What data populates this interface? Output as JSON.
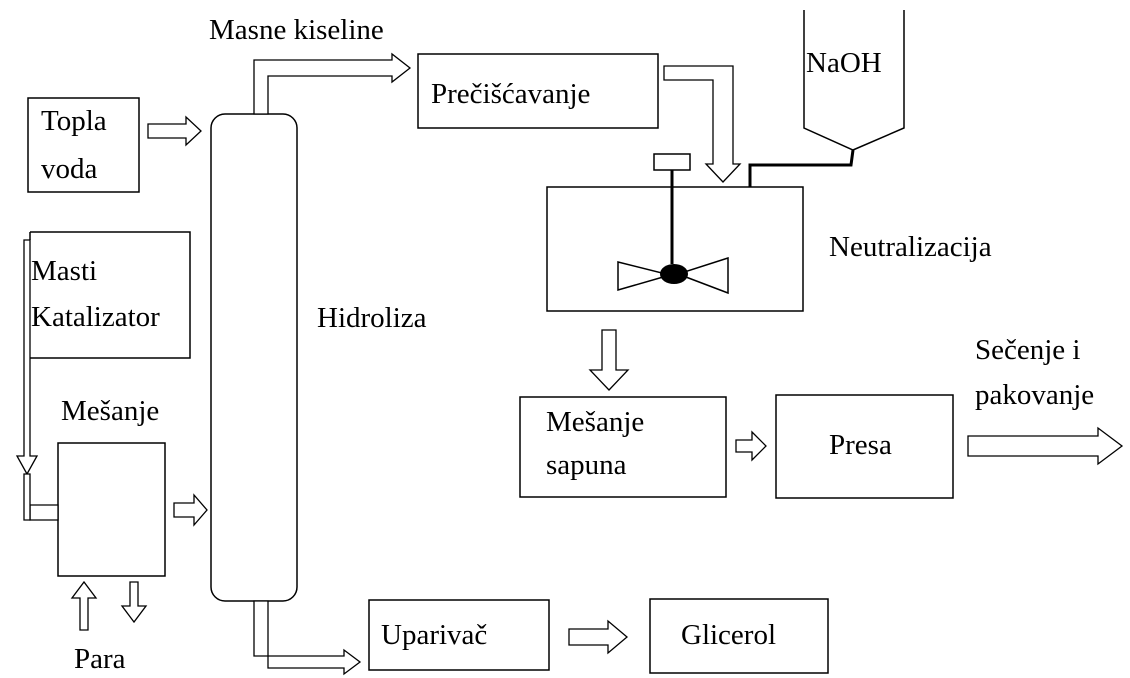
{
  "labels": {
    "topla": "Topla",
    "voda": "voda",
    "masti": "Masti",
    "katalizator": "Katalizator",
    "mesanje": "Mešanje",
    "para": "Para",
    "hidroliza": "Hidroliza",
    "masne_kiseline": "Masne kiseline",
    "preciscavanje": "Prečišćavanje",
    "naoh": "NaOH",
    "neutralizacija": "Neutralizacija",
    "mesanje_sapuna_1": "Mešanje",
    "mesanje_sapuna_2": "sapuna",
    "presa": "Presa",
    "secenje_1": "Sečenje i",
    "secenje_2": "pakovanje",
    "uparivac": "Uparivač",
    "glicerol": "Glicerol"
  },
  "colors": {
    "line": "#000000",
    "arrow_fill": "#ffffff",
    "agitator": "#000000"
  }
}
